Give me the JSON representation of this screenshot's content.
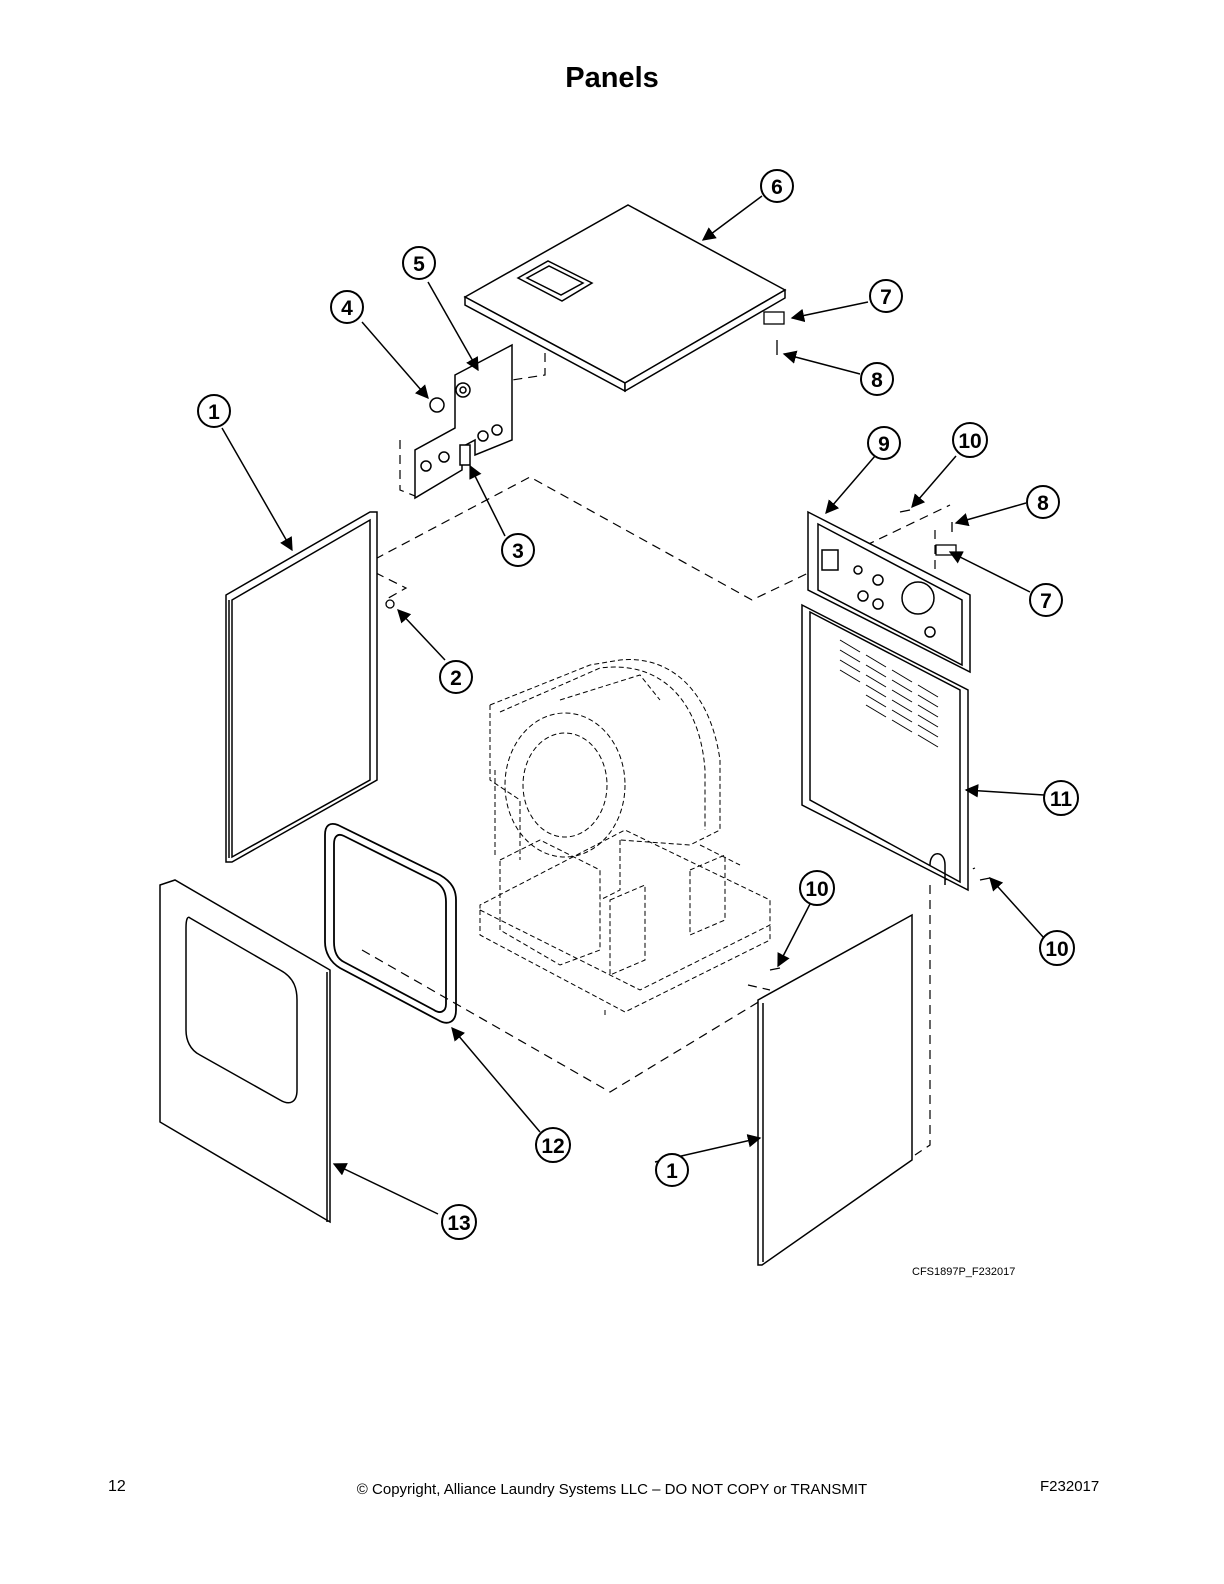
{
  "title": "Panels",
  "callouts": [
    {
      "label": "1"
    },
    {
      "label": "2"
    },
    {
      "label": "3"
    },
    {
      "label": "4"
    },
    {
      "label": "5"
    },
    {
      "label": "6"
    },
    {
      "label": "7"
    },
    {
      "label": "8"
    },
    {
      "label": "1"
    },
    {
      "label": "9"
    },
    {
      "label": "10"
    },
    {
      "label": "8"
    },
    {
      "label": "7"
    },
    {
      "label": "11"
    },
    {
      "label": "10"
    },
    {
      "label": "10"
    },
    {
      "label": "12"
    },
    {
      "label": "13"
    }
  ],
  "drawing_id": "CFS1897P_F232017",
  "footer": {
    "page_number": "12",
    "copyright": "© Copyright, Alliance Laundry Systems LLC – DO NOT COPY or TRANSMIT",
    "doc_code": "F232017"
  }
}
